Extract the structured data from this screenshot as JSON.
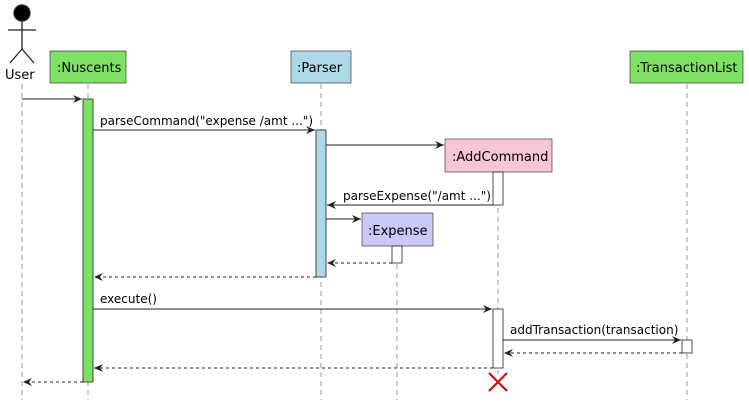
{
  "participants": {
    "user": {
      "label": "User"
    },
    "nuscents": {
      "label": ":Nuscents",
      "color": "#7ee065"
    },
    "parser": {
      "label": ":Parser",
      "color": "#add8e6"
    },
    "addcommand": {
      "label": ":AddCommand",
      "color": "#f8c6d8"
    },
    "expense": {
      "label": ":Expense",
      "color": "#c8c8fa"
    },
    "transactionlist": {
      "label": ":TransactionList",
      "color": "#7ee065"
    }
  },
  "messages": {
    "parse_command": "parseCommand(\"expense /amt ...\")",
    "parse_expense": "parseExpense(\"/amt ...\")",
    "execute": "execute()",
    "add_transaction": "addTransaction(transaction)"
  },
  "destroy_marker_color": "#cc0000"
}
